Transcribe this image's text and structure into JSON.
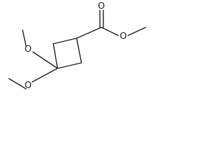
{
  "molecule": {
    "atoms": {
      "carbonyl_oxygen": "O",
      "ester_oxygen": "O",
      "methoxy_oxygen_upper": "O",
      "methoxy_oxygen_lower": "O"
    }
  }
}
